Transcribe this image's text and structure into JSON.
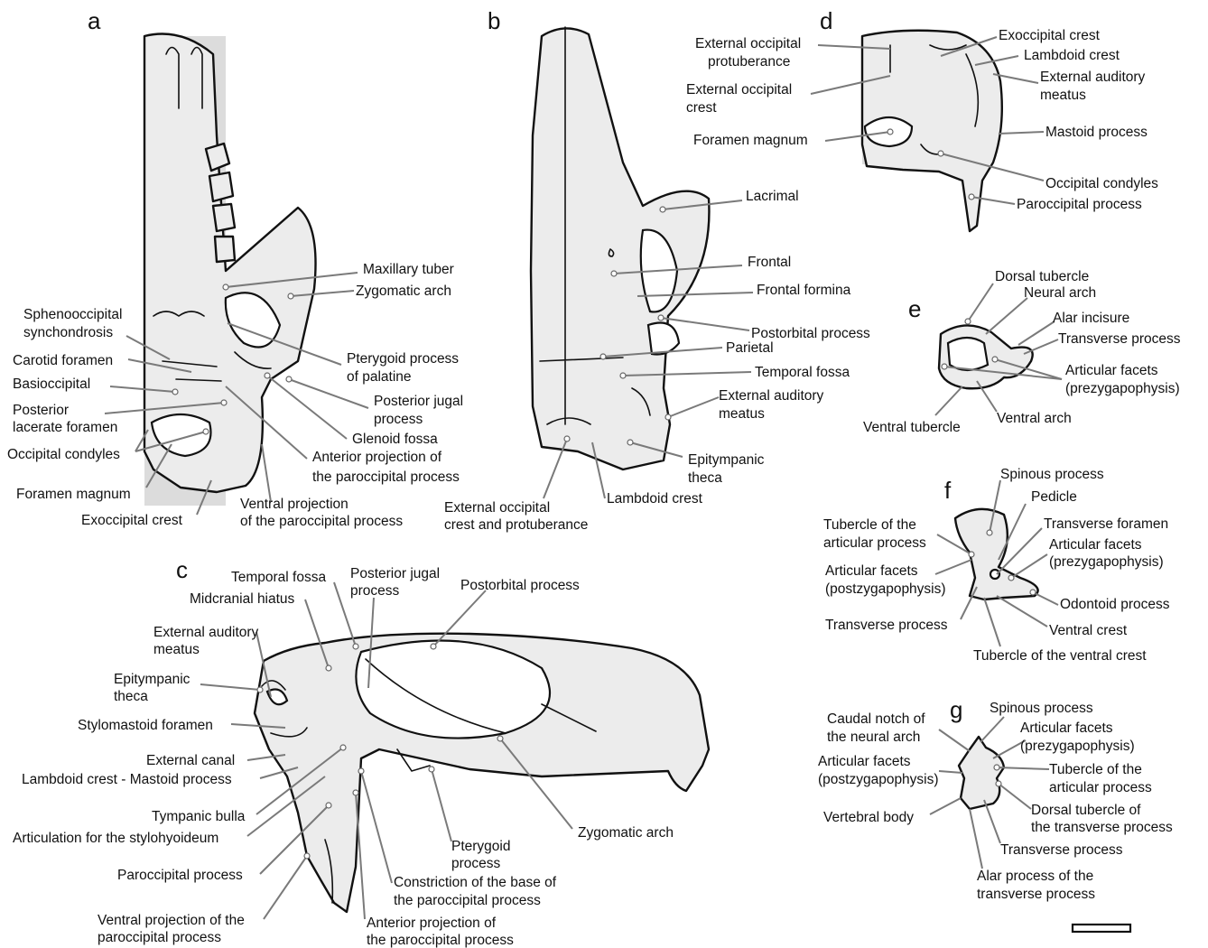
{
  "panels": {
    "a": {
      "letter": "a",
      "labels": {
        "maxillary_tuber": "Maxillary tuber",
        "zygomatic_arch": "Zygomatic arch",
        "sphenooccipital_1": "Sphenooccipital",
        "sphenooccipital_2": "synchondrosis",
        "carotid_foramen": "Carotid foramen",
        "basioccipital": "Basioccipital",
        "posterior_lacerate_1": "Posterior",
        "posterior_lacerate_2": "lacerate foramen",
        "occipital_condyles": "Occipital condyles",
        "foramen_magnum": "Foramen magnum",
        "exoccipital_crest": "Exoccipital crest",
        "pterygoid_palatine_1": "Pterygoid process",
        "pterygoid_palatine_2": "of palatine",
        "posterior_jugal_1": "Posterior jugal",
        "posterior_jugal_2": "process",
        "glenoid_fossa": "Glenoid fossa",
        "anterior_paroccipital_1": "Anterior projection of",
        "anterior_paroccipital_2": "the paroccipital process",
        "ventral_paroccipital_1": "Ventral projection",
        "ventral_paroccipital_2": "of the paroccipital process"
      }
    },
    "b": {
      "letter": "b",
      "labels": {
        "lacrimal": "Lacrimal",
        "frontal": "Frontal",
        "frontal_formina": "Frontal formina",
        "postorbital_process": "Postorbital process",
        "parietal": "Parietal",
        "temporal_fossa": "Temporal fossa",
        "external_auditory_1": "External auditory",
        "external_auditory_2": "meatus",
        "epitympanic_1": "Epitympanic",
        "epitympanic_2": "theca",
        "lambdoid_crest": "Lambdoid crest",
        "ext_occ_crest_1": "External occipital",
        "ext_occ_crest_2": "crest and protuberance"
      }
    },
    "c": {
      "letter": "c",
      "labels": {
        "temporal_fossa": "Temporal fossa",
        "midcranial_hiatus": "Midcranial hiatus",
        "posterior_jugal_1": "Posterior jugal",
        "posterior_jugal_2": "process",
        "postorbital_process": "Postorbital process",
        "external_auditory_1": "External auditory",
        "external_auditory_2": "meatus",
        "epitympanic_1": "Epitympanic",
        "epitympanic_2": "theca",
        "stylomastoid_foramen": "Stylomastoid foramen",
        "external_canal": "External canal",
        "lambdoid_mastoid": "Lambdoid crest - Mastoid process",
        "tympanic_bulla": "Tympanic bulla",
        "stylohyoideum": "Articulation for the stylohyoideum",
        "paroccipital_process": "Paroccipital process",
        "ventral_projection_1": "Ventral projection of the",
        "ventral_projection_2": "paroccipital process",
        "pterygoid_1": "Pterygoid",
        "pterygoid_2": "process",
        "zygomatic_arch": "Zygomatic arch",
        "constriction_1": "Constriction of the base of",
        "constriction_2": "the paroccipital process",
        "anterior_projection_1": "Anterior projection of",
        "anterior_projection_2": "the paroccipital process"
      }
    },
    "d": {
      "letter": "d",
      "labels": {
        "ext_occ_protuberance_1": "External occipital",
        "ext_occ_protuberance_2": "protuberance",
        "ext_occ_crest_1": "External occipital",
        "ext_occ_crest_2": "crest",
        "foramen_magnum": "Foramen magnum",
        "exoccipital_crest": "Exoccipital crest",
        "lambdoid_crest": "Lambdoid crest",
        "external_auditory_1": "External auditory",
        "external_auditory_2": "meatus",
        "mastoid_process": "Mastoid process",
        "occipital_condyles": "Occipital condyles",
        "paroccipital_process": "Paroccipital process"
      }
    },
    "e": {
      "letter": "e",
      "labels": {
        "dorsal_tubercle": "Dorsal tubercle",
        "neural_arch": "Neural arch",
        "alar_incisure": "Alar incisure",
        "transverse_process": "Transverse process",
        "articular_facets_1": "Articular facets",
        "articular_facets_2": "(prezygapophysis)",
        "ventral_tubercle": "Ventral tubercle",
        "ventral_arch": "Ventral arch"
      }
    },
    "f": {
      "letter": "f",
      "labels": {
        "spinous_process": "Spinous process",
        "pedicle": "Pedicle",
        "tubercle_articular_1": "Tubercle of the",
        "tubercle_articular_2": "articular process",
        "transverse_foramen": "Transverse foramen",
        "articular_pre_1": "Articular facets",
        "articular_pre_2": "(prezygapophysis)",
        "articular_post_1": "Articular facets",
        "articular_post_2": "(postzygapophysis)",
        "odontoid_process": "Odontoid process",
        "transverse_process": "Transverse process",
        "ventral_crest": "Ventral crest",
        "tubercle_ventral_crest": "Tubercle of the ventral crest"
      }
    },
    "g": {
      "letter": "g",
      "labels": {
        "spinous_process": "Spinous process",
        "caudal_notch_1": "Caudal notch of",
        "caudal_notch_2": "the neural arch",
        "articular_pre_1": "Articular facets",
        "articular_pre_2": "(prezygapophysis)",
        "articular_post_1": "Articular facets",
        "articular_post_2": "(postzygapophysis)",
        "tubercle_articular_1": "Tubercle of the",
        "tubercle_articular_2": "articular process",
        "vertebral_body": "Vertebral body",
        "dorsal_tubercle_tp_1": "Dorsal tubercle of",
        "dorsal_tubercle_tp_2": "the transverse process",
        "transverse_process": "Transverse process",
        "alar_process_1": "Alar process of the",
        "alar_process_2": "transverse process"
      }
    }
  },
  "colors": {
    "bone_fill": "#ececec",
    "outline": "#111111",
    "leader_line": "#7a7a7a",
    "background": "#ffffff"
  }
}
